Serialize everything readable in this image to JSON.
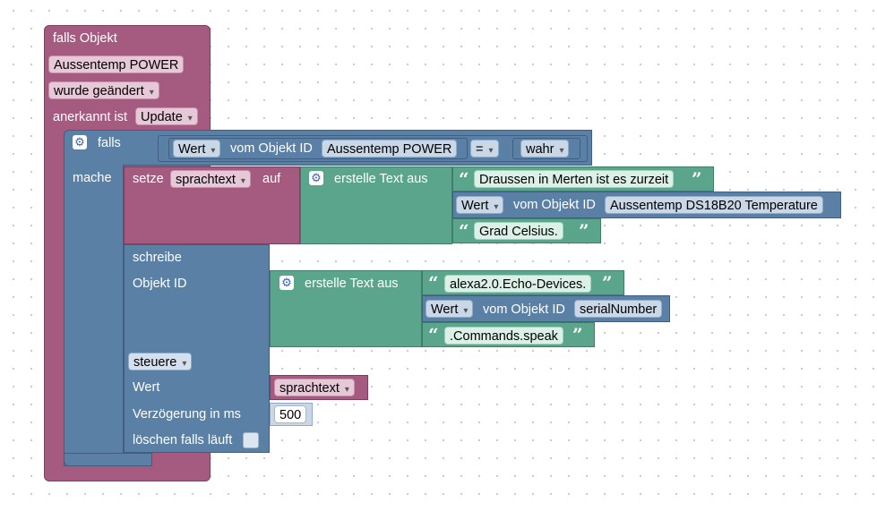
{
  "event_block": {
    "title": "falls Objekt",
    "object": "Aussentemp POWER",
    "trigger": "wurde geändert",
    "ack_label": "anerkannt ist",
    "ack_value": "Update"
  },
  "if_block": {
    "if_label": "falls",
    "do_label": "mache",
    "cond_value_label": "Wert",
    "cond_of_object": "vom Objekt ID",
    "cond_object": "Aussentemp POWER",
    "operator": "=",
    "compare_value": "wahr"
  },
  "set_block": {
    "set_label": "setze",
    "variable": "sprachtext",
    "to_label": "auf",
    "create_text_label": "erstelle Text aus",
    "text1": "Draussen in Merten ist es zurzeit",
    "value_label": "Wert",
    "of_object": "vom Objekt ID",
    "object": "Aussentemp DS18B20  Temperature",
    "text2": "Grad Celsius."
  },
  "write_block": {
    "write_label": "schreibe",
    "object_id_label": "Objekt ID",
    "create_text_label": "erstelle Text aus",
    "text1": "alexa2.0.Echo-Devices.",
    "value_label": "Wert",
    "of_object": "vom Objekt ID",
    "object": "serialNumber",
    "text2": ".Commands.speak",
    "mode": "steuere",
    "value_field_label": "Wert",
    "value_var": "sprachtext",
    "delay_label": "Verzögerung in ms",
    "delay_value": "500",
    "clear_label": "löschen falls läuft"
  },
  "colors": {
    "event": "#a55b80",
    "logic": "#5b80a5",
    "text": "#5ba58c"
  },
  "icons": {
    "gear": "gear-icon",
    "dropdown": "chevron-down-icon",
    "quote_open": "“",
    "quote_close": "”"
  }
}
